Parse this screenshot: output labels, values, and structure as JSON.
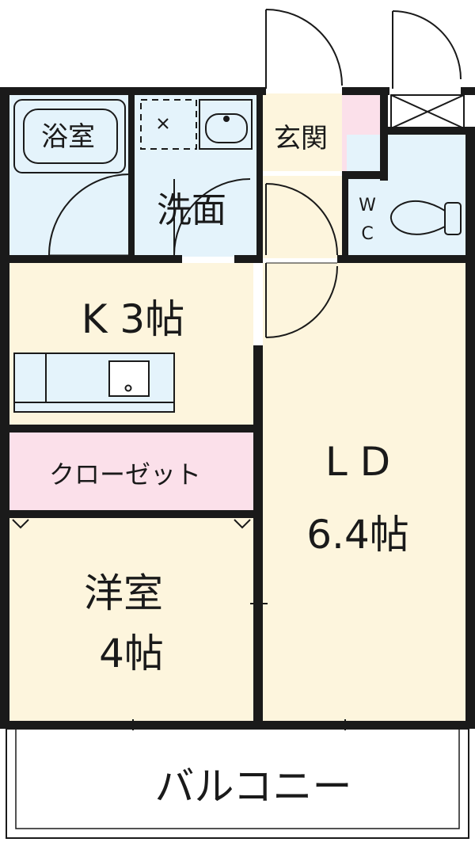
{
  "rooms": {
    "bath": "浴室",
    "washroom": "洗面",
    "entrance": "玄関",
    "wc": "W",
    "wc2": "C",
    "kitchen": "K 3帖",
    "closet": "クローゼット",
    "western_room_line1": "洋室",
    "western_room_line2": "4帖",
    "living_dining_line1": "L D",
    "living_dining_line2": "6.4帖",
    "balcony": "バルコニー"
  },
  "colors": {
    "wall": "#1a1a1a",
    "wet_area": "#e4f3fb",
    "wood_floor": "#fdf5dd",
    "entrance_mat": "#fbe0ea",
    "closet": "#fbe0ea",
    "balcony": "#ffffff"
  }
}
